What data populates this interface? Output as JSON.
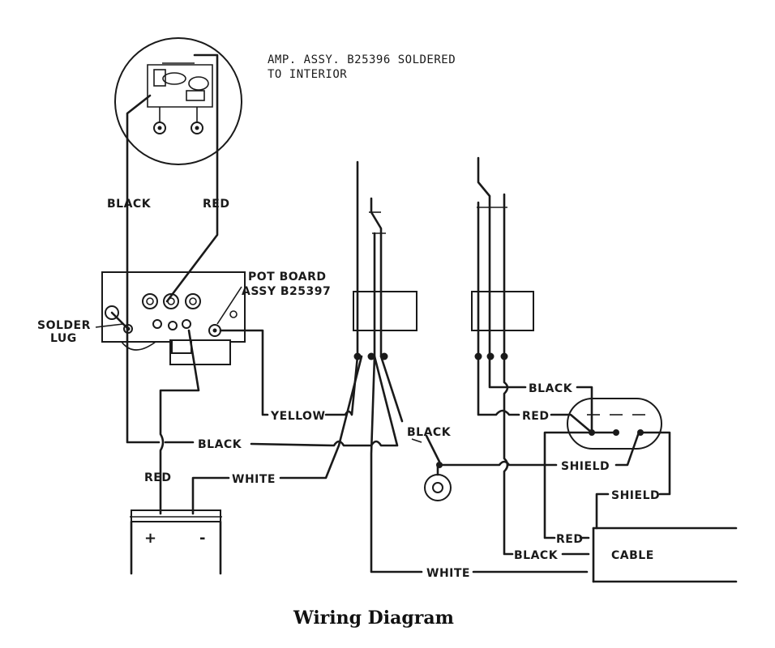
{
  "caption": "Wiring Diagram",
  "callouts": {
    "amp_line1": "AMP. ASSY. B25396  SOLDERED",
    "amp_line2": "TO INTERIOR",
    "pot_line1": "POT BOARD",
    "pot_line2": "ASSY B25397",
    "solder_line1": "SOLDER",
    "solder_line2": "LUG"
  },
  "wire_labels": {
    "black_top": "BLACK",
    "red_top": "RED",
    "yellow": "YELLOW",
    "black_mid": "BLACK",
    "red_low": "RED",
    "white_low": "WHITE",
    "black_diag": "BLACK",
    "black_right": "BLACK",
    "red_right": "RED",
    "shield_1": "SHIELD",
    "shield_2": "SHIELD",
    "red_cable": "RED",
    "black_cable": "BLACK",
    "white_bottom": "WHITE"
  },
  "components": {
    "cable": "CABLE",
    "battery_plus": "+",
    "battery_minus": "-"
  }
}
